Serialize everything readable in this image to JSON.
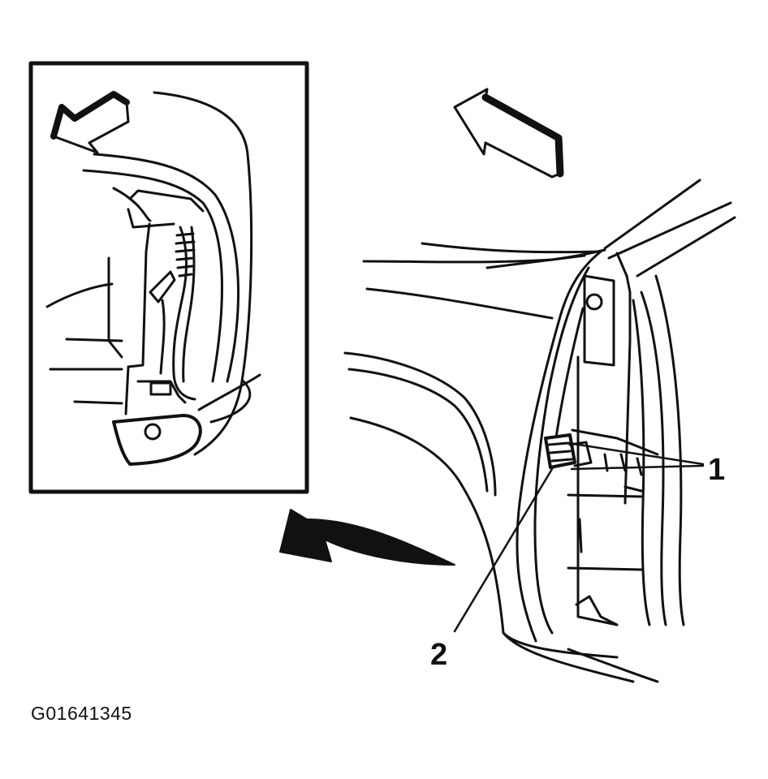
{
  "callouts": {
    "one": "1",
    "two": "2"
  },
  "figure_code": "G01641345",
  "colors": {
    "ink": "#111111",
    "paper": "#ffffff"
  }
}
